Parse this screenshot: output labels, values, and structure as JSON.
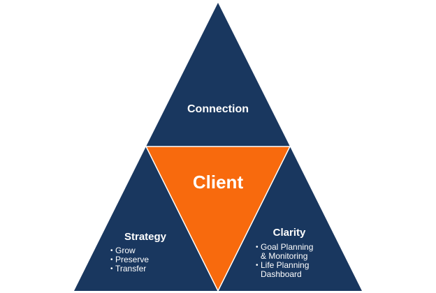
{
  "diagram": {
    "colors": {
      "navy": "#19375f",
      "orange": "#f86a0d",
      "text": "#ffffff",
      "background": "#ffffff"
    },
    "top": {
      "label": "Connection"
    },
    "center": {
      "label": "Client"
    },
    "left": {
      "label": "Strategy",
      "bullets": [
        "Grow",
        "Preserve",
        "Transfer"
      ]
    },
    "right": {
      "label": "Clarity",
      "bullets": [
        {
          "lines": [
            "Goal Planning",
            "& Monitoring"
          ]
        },
        {
          "lines": [
            "Life Planning",
            "Dashboard"
          ]
        }
      ]
    }
  }
}
